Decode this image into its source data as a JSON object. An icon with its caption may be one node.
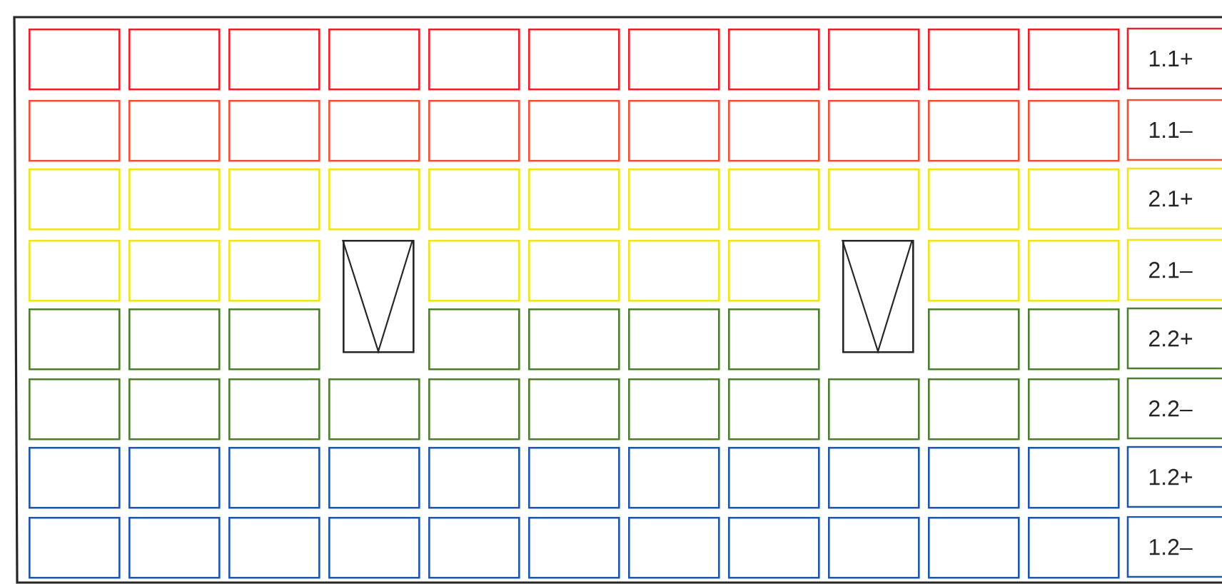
{
  "diagram": {
    "nodes": [
      {
        "text": [],
        "shape": "box"
      },
      {
        "text": [],
        "shape": "box"
      },
      {
        "text": [],
        "shape": "box"
      },
      {
        "text": [],
        "shape": "box"
      },
      {
        "text": [],
        "shape": "box"
      },
      {
        "text": [],
        "shape": "box"
      },
      {
        "text": [],
        "shape": "box"
      },
      {
        "text": [],
        "shape": "box"
      },
      {
        "text": [],
        "shape": "box"
      },
      {
        "text": [],
        "shape": "box"
      },
      {
        "text": [],
        "shape": "box"
      },
      {
        "text": [
          "1.1+"
        ]
      },
      {
        "text": [],
        "shape": "box"
      },
      {
        "text": [],
        "shape": "box"
      },
      {
        "text": [],
        "shape": "box"
      },
      {
        "text": [],
        "shape": "box"
      },
      {
        "text": [],
        "shape": "box"
      },
      {
        "text": [],
        "shape": "box"
      },
      {
        "text": [],
        "shape": "box"
      },
      {
        "text": [],
        "shape": "box"
      },
      {
        "text": [],
        "shape": "box"
      },
      {
        "text": [],
        "shape": "box"
      },
      {
        "text": [],
        "shape": "box"
      },
      {
        "text": [
          "1.1–"
        ]
      },
      {
        "text": [],
        "shape": "box"
      },
      {
        "text": [],
        "shape": "box"
      },
      {
        "text": [],
        "shape": "box"
      },
      {
        "text": [],
        "shape": "box"
      },
      {
        "text": [],
        "shape": "box"
      },
      {
        "text": [],
        "shape": "box"
      },
      {
        "text": [],
        "shape": "box"
      },
      {
        "text": [],
        "shape": "box"
      },
      {
        "text": [],
        "shape": "box"
      },
      {
        "text": [],
        "shape": "box"
      },
      {
        "text": [],
        "shape": "box"
      },
      {
        "text": [
          "2.1+"
        ]
      },
      {
        "text": [],
        "shape": "box"
      },
      {
        "text": [],
        "shape": "box"
      },
      {
        "text": [],
        "shape": "box"
      },
      {
        "text": [],
        "shape": "door"
      },
      {
        "text": [],
        "shape": "box"
      },
      {
        "text": [],
        "shape": "box"
      },
      {
        "text": [],
        "shape": "box"
      },
      {
        "text": [],
        "shape": "box"
      },
      {
        "text": [],
        "shape": "door"
      },
      {
        "text": [],
        "shape": "box"
      },
      {
        "text": [],
        "shape": "box"
      },
      {
        "text": [
          "2.1–"
        ]
      },
      {
        "text": [],
        "shape": "box"
      },
      {
        "text": [],
        "shape": "box"
      },
      {
        "text": [],
        "shape": "box"
      },
      {
        "text": [],
        "shape": "box"
      },
      {
        "text": [],
        "shape": "box"
      },
      {
        "text": [],
        "shape": "box"
      },
      {
        "text": [],
        "shape": "box"
      },
      {
        "text": [],
        "shape": "box"
      },
      {
        "text": [],
        "shape": "box"
      },
      {
        "text": [
          "2.2+"
        ]
      },
      {
        "text": [],
        "shape": "box"
      },
      {
        "text": [],
        "shape": "box"
      },
      {
        "text": [],
        "shape": "box"
      },
      {
        "text": [],
        "shape": "box"
      },
      {
        "text": [],
        "shape": "box"
      },
      {
        "text": [],
        "shape": "box"
      },
      {
        "text": [],
        "shape": "box"
      },
      {
        "text": [],
        "shape": "box"
      },
      {
        "text": [],
        "shape": "box"
      },
      {
        "text": [],
        "shape": "box"
      },
      {
        "text": [],
        "shape": "box"
      },
      {
        "text": [
          "2.2–"
        ]
      },
      {
        "text": [],
        "shape": "box"
      },
      {
        "text": [],
        "shape": "box"
      },
      {
        "text": [],
        "shape": "box"
      },
      {
        "text": [],
        "shape": "box"
      },
      {
        "text": [],
        "shape": "box"
      },
      {
        "text": [],
        "shape": "box"
      },
      {
        "text": [],
        "shape": "box"
      },
      {
        "text": [],
        "shape": "box"
      },
      {
        "text": [],
        "shape": "box"
      },
      {
        "text": [],
        "shape": "box"
      },
      {
        "text": [],
        "shape": "box"
      },
      {
        "text": [
          "1.2+"
        ]
      },
      {
        "text": [],
        "shape": "box"
      },
      {
        "text": [],
        "shape": "box"
      },
      {
        "text": [],
        "shape": "box"
      },
      {
        "text": [],
        "shape": "box"
      },
      {
        "text": [],
        "shape": "box"
      },
      {
        "text": [],
        "shape": "box"
      },
      {
        "text": [],
        "shape": "box"
      },
      {
        "text": [],
        "shape": "box"
      },
      {
        "text": [],
        "shape": "box"
      },
      {
        "text": [],
        "shape": "box"
      },
      {
        "text": [],
        "shape": "box"
      },
      {
        "text": [
          "1.2–"
        ]
      }
    ]
  }
}
